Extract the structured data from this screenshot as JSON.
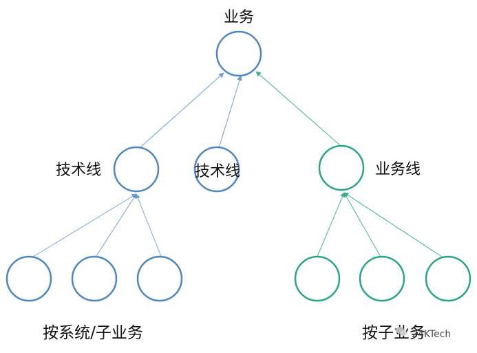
{
  "diagram": {
    "root_label": "业务",
    "tech_line_left_label": "技术线",
    "tech_line_middle_label": "技术线",
    "business_line_label": "业务线",
    "group_left_label": "按系统/子业务",
    "group_right_label": "按子业务",
    "watermark": "24KTech",
    "colors": {
      "blue": "#4f86c0",
      "green": "#2aa489",
      "edge_blue": "#7aa3d0",
      "edge_green": "#48b89b"
    }
  }
}
